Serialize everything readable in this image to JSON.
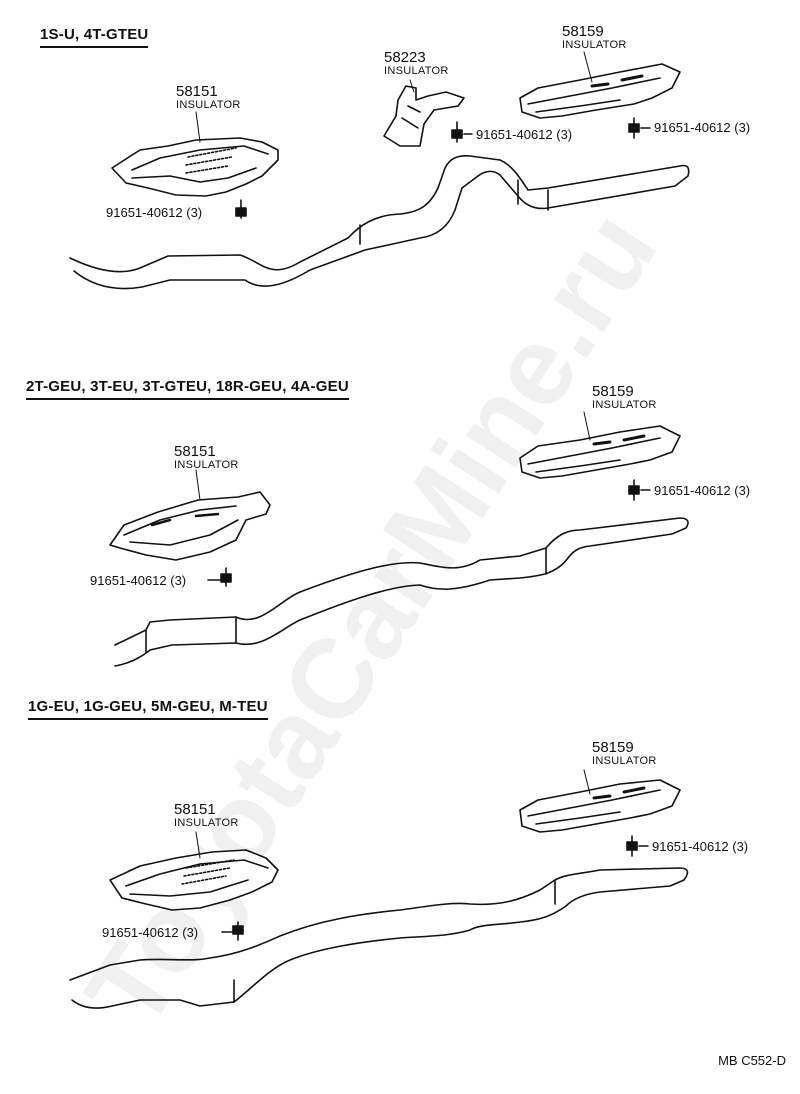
{
  "sections": [
    {
      "heading": "1S-U, 4T-GTEU",
      "parts": [
        {
          "number": "58151",
          "label": "INSULATOR"
        },
        {
          "number": "58223",
          "label": "INSULATOR"
        },
        {
          "number": "58159",
          "label": "INSULATOR"
        }
      ],
      "bolts": [
        "91651-40612 (3)",
        "91651-40612 (3)",
        "91651-40612 (3)"
      ]
    },
    {
      "heading": "2T-GEU, 3T-EU, 3T-GTEU, 18R-GEU, 4A-GEU",
      "parts": [
        {
          "number": "58151",
          "label": "INSULATOR"
        },
        {
          "number": "58159",
          "label": "INSULATOR"
        }
      ],
      "bolts": [
        "91651-40612 (3)",
        "91651-40612 (3)"
      ]
    },
    {
      "heading": "1G-EU, 1G-GEU, 5M-GEU, M-TEU",
      "parts": [
        {
          "number": "58151",
          "label": "INSULATOR"
        },
        {
          "number": "58159",
          "label": "INSULATOR"
        }
      ],
      "bolts": [
        "91651-40612 (3)",
        "91651-40612 (3)"
      ]
    }
  ],
  "figure_code": "MB  C552-D",
  "watermark": "ToyotaCarMine.ru"
}
